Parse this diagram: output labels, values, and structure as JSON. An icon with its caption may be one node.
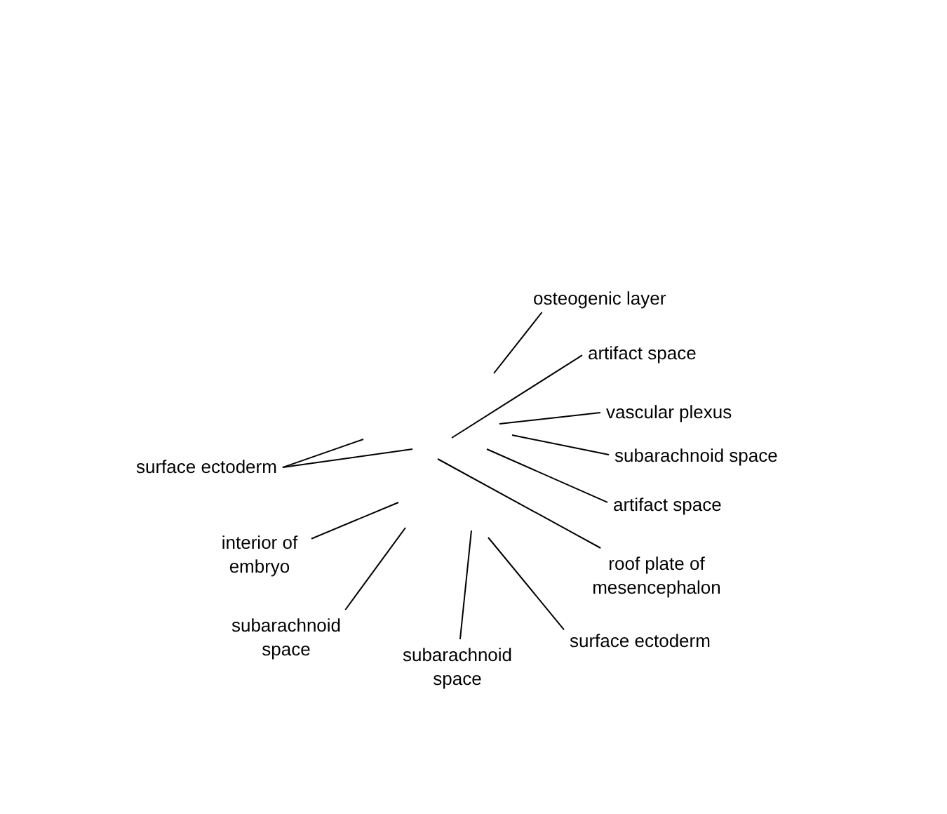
{
  "diagram": {
    "nodes": [
      {
        "text": [
          "osteogenic layer"
        ]
      },
      {
        "text": [
          "artifact space"
        ]
      },
      {
        "text": [
          "vascular plexus"
        ]
      },
      {
        "text": [
          "subarachnoid space"
        ]
      },
      {
        "text": [
          "surface ectoderm"
        ]
      },
      {
        "text": [
          "artifact space"
        ]
      },
      {
        "text": [
          "interior of embryo"
        ]
      },
      {
        "text": [
          "roof plate of mesencephalon"
        ]
      },
      {
        "text": [
          "subarachnoid space"
        ]
      },
      {
        "text": [
          "surface ectoderm"
        ]
      },
      {
        "text": [
          "subarachnoid space"
        ]
      }
    ],
    "edges": [
      {
        "from": 0,
        "to": null,
        "arrow": "none"
      },
      {
        "from": 1,
        "to": null,
        "arrow": "none"
      },
      {
        "from": 2,
        "to": null,
        "arrow": "none"
      },
      {
        "from": 3,
        "to": null,
        "arrow": "none"
      },
      {
        "from": 4,
        "to": null,
        "arrow": "none"
      },
      {
        "from": 4,
        "to": null,
        "arrow": "none"
      },
      {
        "from": 5,
        "to": null,
        "arrow": "none"
      },
      {
        "from": 6,
        "to": null,
        "arrow": "none"
      },
      {
        "from": 7,
        "to": null,
        "arrow": "none"
      },
      {
        "from": 8,
        "to": null,
        "arrow": "none"
      },
      {
        "from": 9,
        "to": null,
        "arrow": "none"
      },
      {
        "from": 10,
        "to": null,
        "arrow": "none"
      }
    ]
  }
}
